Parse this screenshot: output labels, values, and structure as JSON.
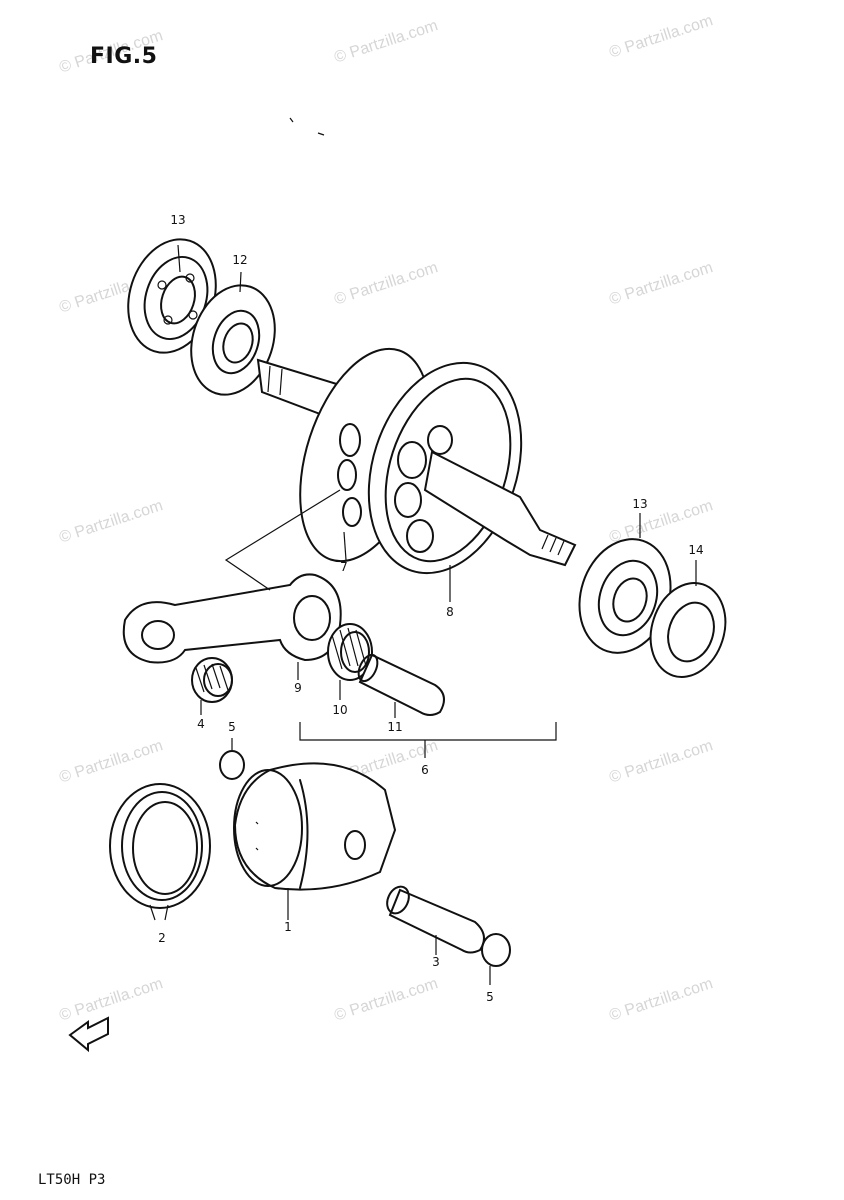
{
  "figure": {
    "title": "FIG.5",
    "footer_code": "LT50H P3",
    "fwd_label": "FWD"
  },
  "watermark": {
    "text": "© Partzilla.com"
  },
  "parts": [
    {
      "callout": "13"
    },
    {
      "callout": "12"
    },
    {
      "callout": "13"
    },
    {
      "callout": "14"
    },
    {
      "callout": "7"
    },
    {
      "callout": "8"
    },
    {
      "callout": "9"
    },
    {
      "callout": "10"
    },
    {
      "callout": "11"
    },
    {
      "callout": "4"
    },
    {
      "callout": "6"
    },
    {
      "callout": "5"
    },
    {
      "callout": "2"
    },
    {
      "callout": "1"
    },
    {
      "callout": "3"
    },
    {
      "callout": "5"
    }
  ]
}
